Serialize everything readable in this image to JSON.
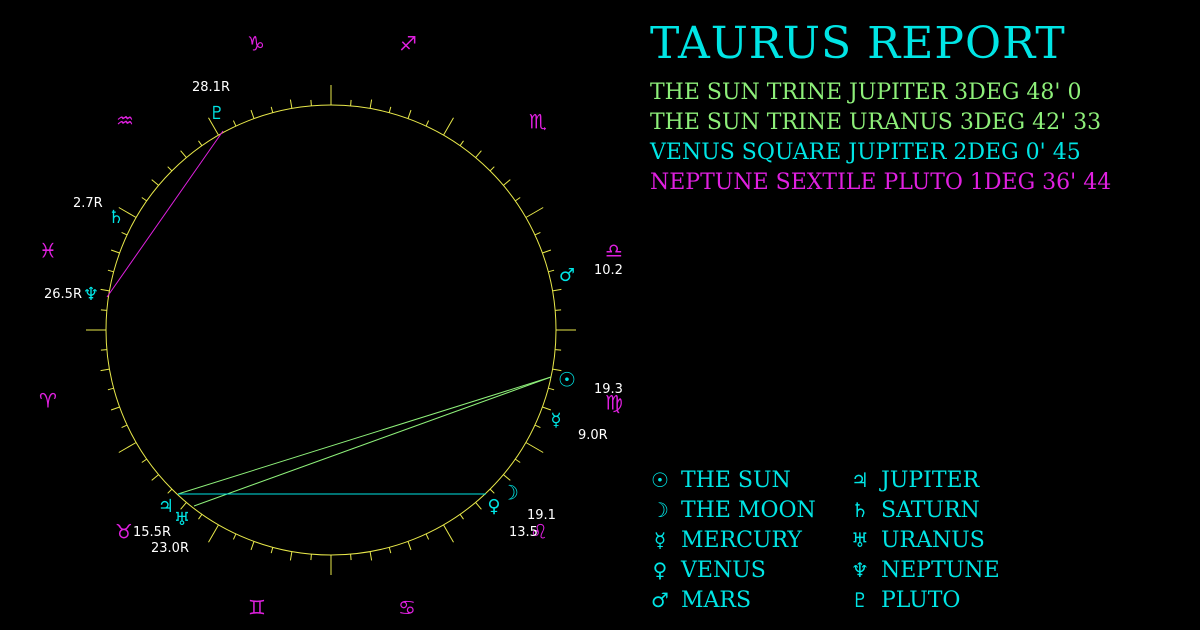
{
  "report": {
    "title": "TAURUS REPORT",
    "aspects": [
      {
        "text": "THE SUN TRINE JUPITER 3DEG 48' 0",
        "color": "#8ef07a"
      },
      {
        "text": "THE SUN TRINE URANUS 3DEG 42' 33",
        "color": "#8ef07a"
      },
      {
        "text": "VENUS SQUARE JUPITER 2DEG 0' 45",
        "color": "#00e5e5"
      },
      {
        "text": "NEPTUNE SEXTILE PLUTO 1DEG 36' 44",
        "color": "#e020e0"
      }
    ]
  },
  "colors": {
    "ring": "#e8e84a",
    "planet": "#00e5e5",
    "sign": "#e020e0",
    "label": "#ffffff"
  },
  "legend": [
    {
      "glyph": "☉",
      "label": "THE SUN"
    },
    {
      "glyph": "☽",
      "label": "THE MOON"
    },
    {
      "glyph": "☿",
      "label": "MERCURY"
    },
    {
      "glyph": "♀",
      "label": "VENUS"
    },
    {
      "glyph": "♂",
      "label": "MARS"
    },
    {
      "glyph": "♃",
      "label": "JUPITER"
    },
    {
      "glyph": "♄",
      "label": "SATURN"
    },
    {
      "glyph": "♅",
      "label": "URANUS"
    },
    {
      "glyph": "♆",
      "label": "NEPTUNE"
    },
    {
      "glyph": "♇",
      "label": "PLUTO"
    }
  ],
  "signs": [
    {
      "name": "virgo-sign",
      "glyph": "♍"
    },
    {
      "name": "libra-sign",
      "glyph": "♎"
    },
    {
      "name": "scorpio-sign",
      "glyph": "♏"
    },
    {
      "name": "sagittarius-sign",
      "glyph": "♐"
    },
    {
      "name": "capricorn-sign",
      "glyph": "♑"
    },
    {
      "name": "aquarius-sign",
      "glyph": "♒"
    },
    {
      "name": "pisces-sign",
      "glyph": "♓"
    },
    {
      "name": "aries-sign",
      "glyph": "♈"
    },
    {
      "name": "taurus-sign",
      "glyph": "♉"
    },
    {
      "name": "gemini-sign",
      "glyph": "♊"
    },
    {
      "name": "cancer-sign",
      "glyph": "♋"
    },
    {
      "name": "leo-sign",
      "glyph": "♌"
    }
  ],
  "planets": [
    {
      "name": "sun",
      "glyph": "☉",
      "label": "19.3"
    },
    {
      "name": "mercury",
      "glyph": "☿",
      "label": "9.0R"
    },
    {
      "name": "mars",
      "glyph": "♂",
      "label": "10.2"
    },
    {
      "name": "pluto",
      "glyph": "♇",
      "label": "28.1R"
    },
    {
      "name": "saturn",
      "glyph": "♄",
      "label": "2.7R"
    },
    {
      "name": "neptune",
      "glyph": "♆",
      "label": "26.5R"
    },
    {
      "name": "jupiter",
      "glyph": "♃",
      "label": "15.5R"
    },
    {
      "name": "uranus",
      "glyph": "♅",
      "label": "23.0R"
    },
    {
      "name": "venus",
      "glyph": "♀",
      "label": "13.5"
    },
    {
      "name": "moon",
      "glyph": "☽",
      "label": "19.1"
    }
  ]
}
